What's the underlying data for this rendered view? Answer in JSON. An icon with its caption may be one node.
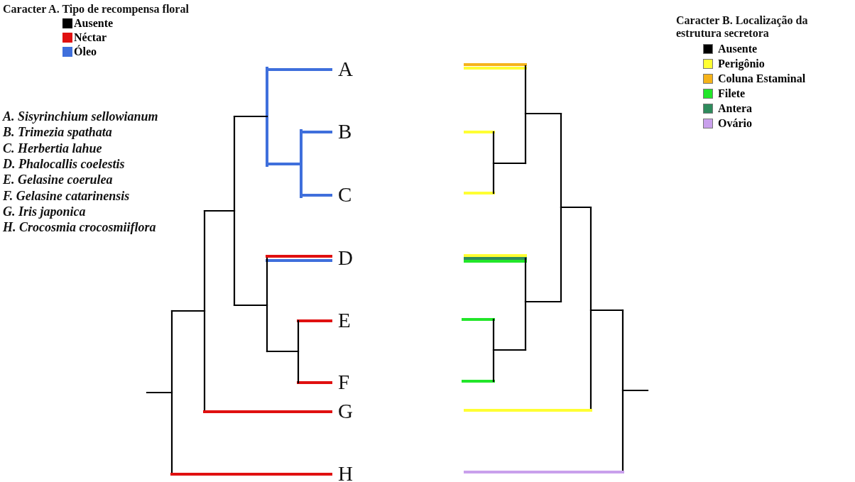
{
  "diagram": {
    "labels": [
      "Caracter A. Tipo de recompensa floral",
      "Caracter B. Localização da estrutura secretora",
      "A. Sisyrinchium sellowianum",
      "B. Trimezia spathata",
      "C. Herbertia lahue",
      "D. Phalocallis coelestis",
      "E. Gelasine coerulea",
      "F. Gelasine catarinensis",
      "G. Iris japonica",
      "H. Crocosmia crocosmiiflora",
      "A",
      "B",
      "C",
      "D",
      "E",
      "F",
      "G",
      "H"
    ],
    "legend": [
      {
        "text": "Ausente",
        "color": "#000000"
      },
      {
        "text": "Néctar",
        "color": "#e01010"
      },
      {
        "text": "Óleo",
        "color": "#3f6fdc"
      },
      {
        "text": "Ausente",
        "color": "#000000"
      },
      {
        "text": "Perigônio",
        "color": "#ffff33"
      },
      {
        "text": "Coluna Estaminal",
        "color": "#f5b31a"
      },
      {
        "text": "Filete",
        "color": "#22e62a"
      },
      {
        "text": "Antera",
        "color": "#2e8b5c"
      },
      {
        "text": "Ovário",
        "color": "#c9a0ec"
      }
    ]
  }
}
